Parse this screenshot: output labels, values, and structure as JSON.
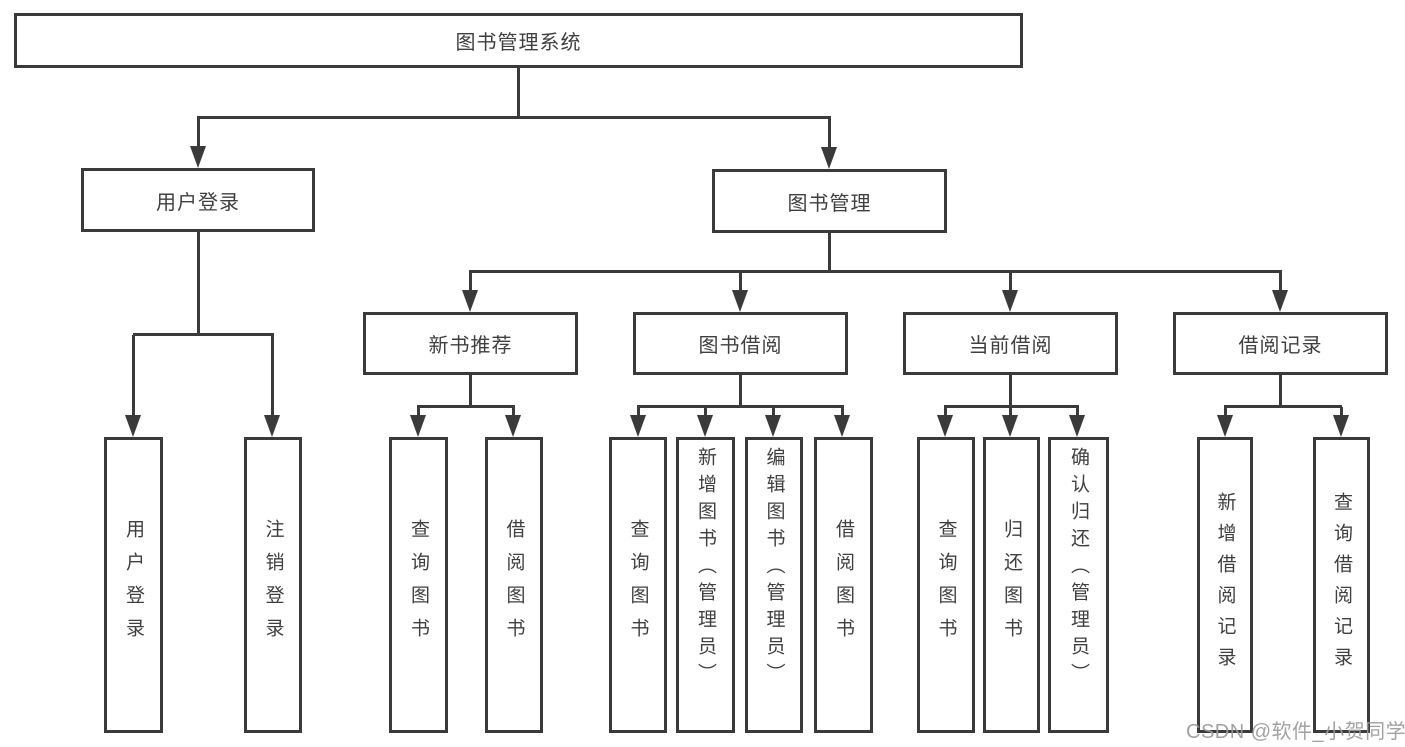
{
  "page": {
    "background": "#ffffff"
  },
  "colors": {
    "line": "#3a3a3a",
    "text": "#3f3f3f",
    "watermark": "#9b9b9b"
  },
  "tree": {
    "root": {
      "label": "图书管理系统"
    },
    "children": [
      {
        "label": "用户登录",
        "children": [
          {
            "label": "用户登录"
          },
          {
            "label": "注销登录"
          }
        ]
      },
      {
        "label": "图书管理",
        "children": [
          {
            "label": "新书推荐",
            "children": [
              {
                "label": "查询图书"
              },
              {
                "label": "借阅图书"
              }
            ]
          },
          {
            "label": "图书借阅",
            "children": [
              {
                "label": "查询图书"
              },
              {
                "label": "新增图书（管理员）"
              },
              {
                "label": "编辑图书（管理员）"
              },
              {
                "label": "借阅图书"
              }
            ]
          },
          {
            "label": "当前借阅",
            "children": [
              {
                "label": "查询图书"
              },
              {
                "label": "归还图书"
              },
              {
                "label": "确认归还（管理员）"
              }
            ]
          },
          {
            "label": "借阅记录",
            "children": [
              {
                "label": "新增借阅记录"
              },
              {
                "label": "查询借阅记录"
              }
            ]
          }
        ]
      }
    ]
  },
  "watermark": {
    "text": "CSDN @软件_小贺同学"
  }
}
